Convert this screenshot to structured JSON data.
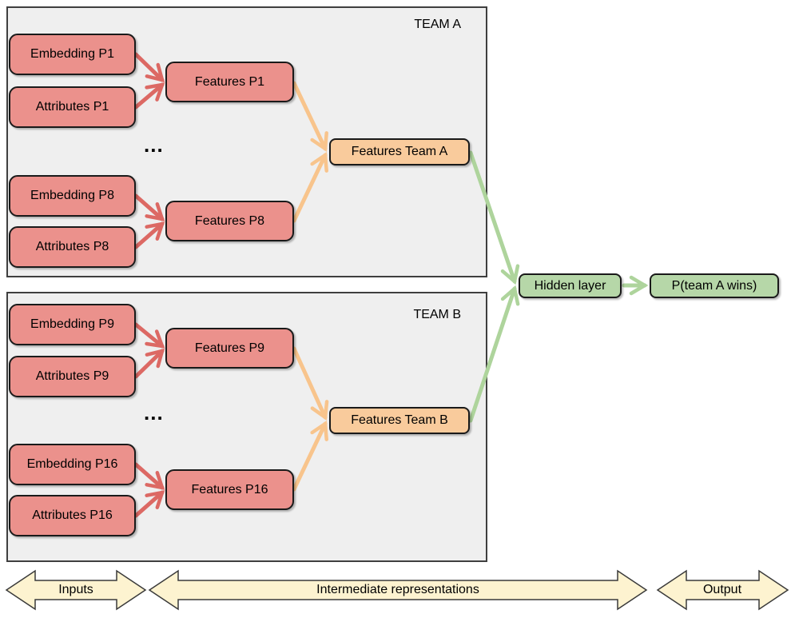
{
  "colors": {
    "text": "#000000",
    "panel_fill": "#efefef",
    "panel_border": "#3f3f3f",
    "node_border": "#1a1a1a",
    "red_fill": "#eb918c",
    "red_arrow": "#dc6964",
    "orange_fill": "#f9cb9c",
    "orange_arrow": "#f8c48c",
    "green_fill": "#b6d7a8",
    "green_arrow": "#aed49c",
    "banner_fill": "#fdf3d0",
    "banner_border": "#3a3a3a"
  },
  "teams": [
    {
      "label": "TEAM A",
      "ellipsis": "...",
      "nodes": {
        "embedding_top": "Embedding P1",
        "attributes_top": "Attributes P1",
        "features_top": "Features P1",
        "embedding_bottom": "Embedding P8",
        "attributes_bottom": "Attributes P8",
        "features_bottom": "Features P8",
        "team_features": "Features Team A"
      }
    },
    {
      "label": "TEAM B",
      "ellipsis": "...",
      "nodes": {
        "embedding_top": "Embedding P9",
        "attributes_top": "Attributes P9",
        "features_top": "Features P9",
        "embedding_bottom": "Embedding P16",
        "attributes_bottom": "Attributes P16",
        "features_bottom": "Features P16",
        "team_features": "Features Team B"
      }
    }
  ],
  "output_nodes": {
    "hidden_layer": "Hidden layer",
    "probability": "P(team A wins)"
  },
  "banners": [
    {
      "label": "Inputs"
    },
    {
      "label": "Intermediate representations"
    },
    {
      "label": "Output"
    }
  ]
}
